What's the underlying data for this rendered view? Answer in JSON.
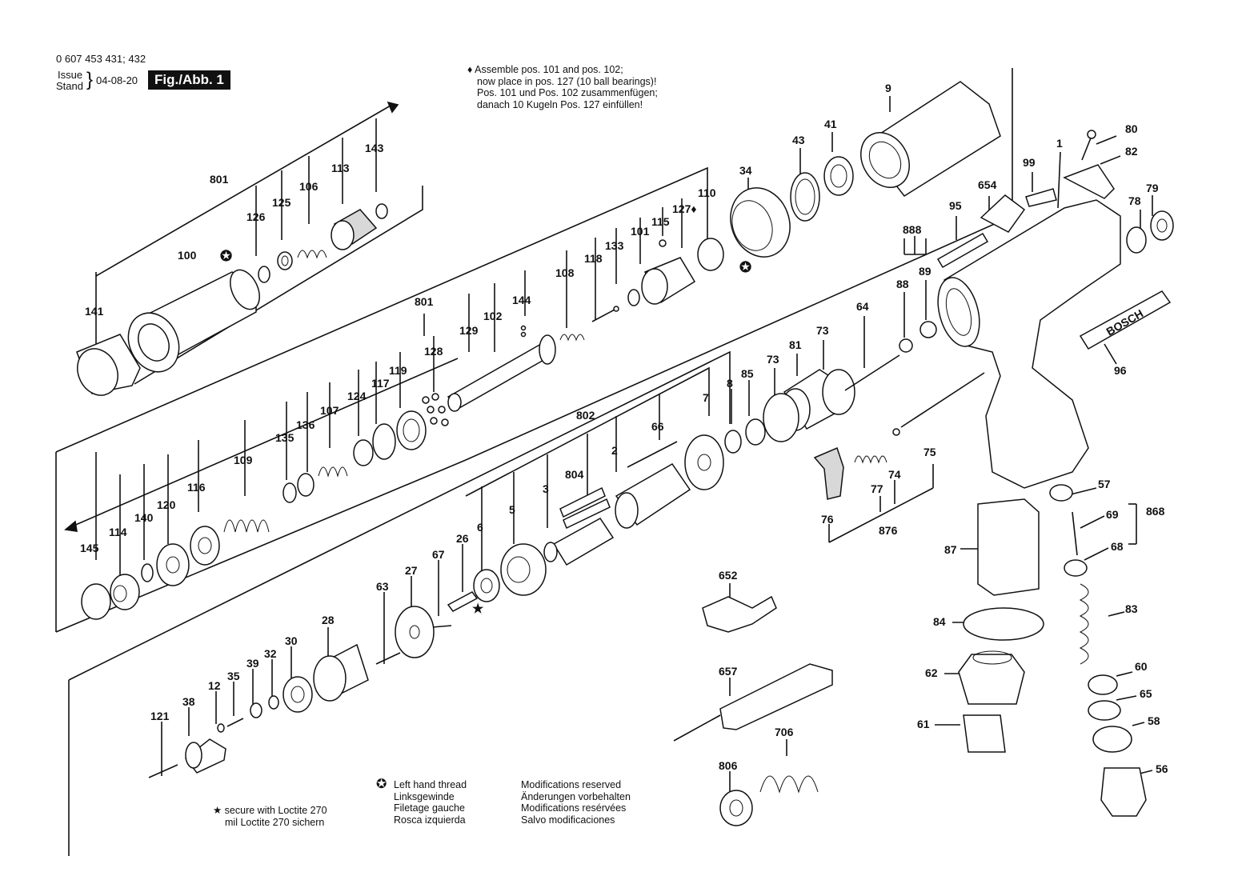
{
  "header": {
    "part_number": "0 607 453 431; 432",
    "issue_label": "Issue",
    "stand_label": "Stand",
    "date": "04-08-20",
    "figure": "Fig./Abb. 1"
  },
  "assembly_note": [
    "♦ Assemble pos. 101 and pos. 102;",
    "now place in pos. 127 (10 ball bearings)!",
    "Pos. 101 und Pos. 102 zusammenfügen;",
    "danach 10 Kugeln Pos. 127 einfüllen!"
  ],
  "loctite_note": [
    "★ secure with Loctite 270",
    "mil Loctite 270 sichern"
  ],
  "thread_note": [
    "Left hand thread",
    "Linksgewinde",
    "Filetage gauche",
    "Rosca izquierda"
  ],
  "modifications_note": [
    "Modifications reserved",
    "Änderungen vorbehalten",
    "Modifications resérvées",
    "Salvo modificaciones"
  ],
  "brand_mark": "BOSCH",
  "labels": [
    {
      "id": "801-top",
      "text": "801"
    },
    {
      "id": "141",
      "text": "141"
    },
    {
      "id": "100",
      "text": "100"
    },
    {
      "id": "126",
      "text": "126"
    },
    {
      "id": "125",
      "text": "125"
    },
    {
      "id": "106",
      "text": "106"
    },
    {
      "id": "113",
      "text": "113"
    },
    {
      "id": "143",
      "text": "143"
    },
    {
      "id": "9",
      "text": "9"
    },
    {
      "id": "43",
      "text": "43"
    },
    {
      "id": "41",
      "text": "41"
    },
    {
      "id": "34",
      "text": "34"
    },
    {
      "id": "110",
      "text": "110"
    },
    {
      "id": "127",
      "text": "127♦"
    },
    {
      "id": "115",
      "text": "115"
    },
    {
      "id": "101",
      "text": "101"
    },
    {
      "id": "133",
      "text": "133"
    },
    {
      "id": "118",
      "text": "118"
    },
    {
      "id": "108",
      "text": "108"
    },
    {
      "id": "144",
      "text": "144"
    },
    {
      "id": "102",
      "text": "102"
    },
    {
      "id": "129",
      "text": "129"
    },
    {
      "id": "128",
      "text": "128"
    },
    {
      "id": "801-mid",
      "text": "801"
    },
    {
      "id": "119",
      "text": "119"
    },
    {
      "id": "117",
      "text": "117"
    },
    {
      "id": "124",
      "text": "124"
    },
    {
      "id": "107",
      "text": "107"
    },
    {
      "id": "136",
      "text": "136"
    },
    {
      "id": "135",
      "text": "135"
    },
    {
      "id": "109",
      "text": "109"
    },
    {
      "id": "116",
      "text": "116"
    },
    {
      "id": "120",
      "text": "120"
    },
    {
      "id": "140",
      "text": "140"
    },
    {
      "id": "114",
      "text": "114"
    },
    {
      "id": "145",
      "text": "145"
    },
    {
      "id": "1",
      "text": "1"
    },
    {
      "id": "99",
      "text": "99"
    },
    {
      "id": "654",
      "text": "654"
    },
    {
      "id": "95",
      "text": "95"
    },
    {
      "id": "888",
      "text": "888"
    },
    {
      "id": "88",
      "text": "88"
    },
    {
      "id": "89",
      "text": "89"
    },
    {
      "id": "80",
      "text": "80"
    },
    {
      "id": "82",
      "text": "82"
    },
    {
      "id": "78",
      "text": "78"
    },
    {
      "id": "79",
      "text": "79"
    },
    {
      "id": "64",
      "text": "64"
    },
    {
      "id": "73a",
      "text": "73"
    },
    {
      "id": "73b",
      "text": "73"
    },
    {
      "id": "81",
      "text": "81"
    },
    {
      "id": "85",
      "text": "85"
    },
    {
      "id": "8",
      "text": "8"
    },
    {
      "id": "7",
      "text": "7"
    },
    {
      "id": "96",
      "text": "96"
    },
    {
      "id": "802",
      "text": "802"
    },
    {
      "id": "66",
      "text": "66"
    },
    {
      "id": "2",
      "text": "2"
    },
    {
      "id": "804",
      "text": "804"
    },
    {
      "id": "3",
      "text": "3"
    },
    {
      "id": "5",
      "text": "5"
    },
    {
      "id": "6",
      "text": "6"
    },
    {
      "id": "26",
      "text": "26"
    },
    {
      "id": "67",
      "text": "67"
    },
    {
      "id": "27",
      "text": "27"
    },
    {
      "id": "63",
      "text": "63"
    },
    {
      "id": "28",
      "text": "28"
    },
    {
      "id": "30",
      "text": "30"
    },
    {
      "id": "32",
      "text": "32"
    },
    {
      "id": "39",
      "text": "39"
    },
    {
      "id": "35",
      "text": "35"
    },
    {
      "id": "12",
      "text": "12"
    },
    {
      "id": "38",
      "text": "38"
    },
    {
      "id": "121",
      "text": "121"
    },
    {
      "id": "75",
      "text": "75"
    },
    {
      "id": "74",
      "text": "74"
    },
    {
      "id": "77",
      "text": "77"
    },
    {
      "id": "76",
      "text": "76"
    },
    {
      "id": "876",
      "text": "876"
    },
    {
      "id": "57",
      "text": "57"
    },
    {
      "id": "69",
      "text": "69"
    },
    {
      "id": "868",
      "text": "868"
    },
    {
      "id": "68",
      "text": "68"
    },
    {
      "id": "87",
      "text": "87"
    },
    {
      "id": "83",
      "text": "83"
    },
    {
      "id": "84",
      "text": "84"
    },
    {
      "id": "62",
      "text": "62"
    },
    {
      "id": "60",
      "text": "60"
    },
    {
      "id": "65",
      "text": "65"
    },
    {
      "id": "61",
      "text": "61"
    },
    {
      "id": "58",
      "text": "58"
    },
    {
      "id": "56",
      "text": "56"
    },
    {
      "id": "652",
      "text": "652"
    },
    {
      "id": "657",
      "text": "657"
    },
    {
      "id": "706",
      "text": "706"
    },
    {
      "id": "806",
      "text": "806"
    }
  ]
}
